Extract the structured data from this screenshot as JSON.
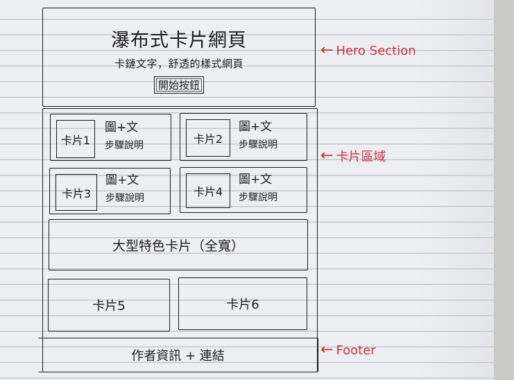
{
  "hero": {
    "title": "瀑布式卡片網頁",
    "subtitle": "卡鏈文字，舒透的樣式網頁",
    "button_label": "開始按鈕"
  },
  "cards": [
    {
      "thumb_label": "卡片1",
      "line1": "圖+文",
      "line2": "步驟說明"
    },
    {
      "thumb_label": "卡片2",
      "line1": "圖+文",
      "line2": "步驟說明"
    },
    {
      "thumb_label": "卡片3",
      "line1": "圖+文",
      "line2": "步驟說明"
    },
    {
      "thumb_label": "卡片4",
      "line1": "圖+文",
      "line2": "步驟說明"
    }
  ],
  "feature_card": {
    "label": "大型特色卡片（全寬）"
  },
  "wide_cards": [
    {
      "label": "卡片5"
    },
    {
      "label": "卡片6"
    }
  ],
  "footer": {
    "label": "作者資訊 + 連結"
  },
  "annotations": {
    "arrow_glyph": "←",
    "hero": "Hero Section",
    "cards": "卡片區域",
    "footer": "Footer",
    "color": "#d0323a"
  }
}
